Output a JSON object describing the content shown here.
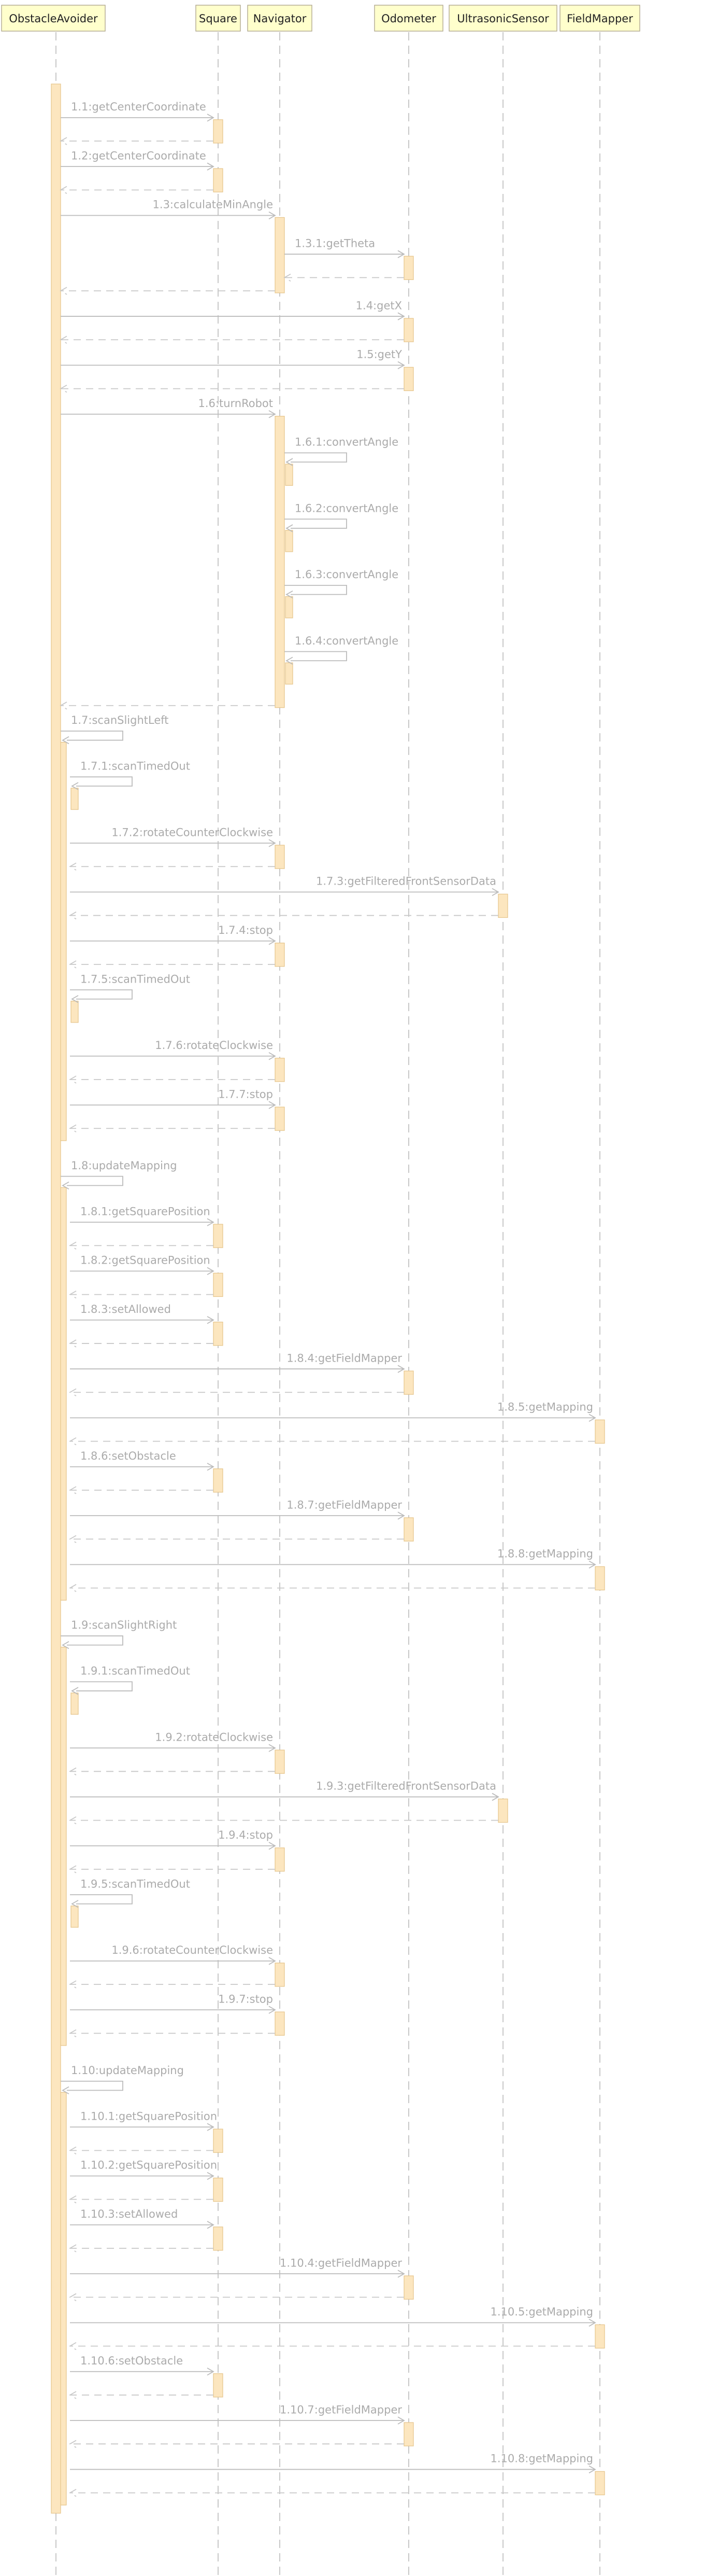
{
  "participants": [
    "ObstacleAvoider",
    "Square",
    "Navigator",
    "Odometer",
    "UltrasonicSensor",
    "FieldMapper"
  ],
  "messages": [
    {
      "label": "1.1:getCenterCoordinate",
      "from": 0,
      "to": 1,
      "ret": true
    },
    {
      "label": "1.2:getCenterCoordinate",
      "from": 0,
      "to": 1,
      "ret": true
    },
    {
      "label": "1.3:calculateMinAngle",
      "from": 0,
      "to": 2,
      "ret": true,
      "children": [
        {
          "label": "1.3.1:getTheta",
          "from": 2,
          "to": 3,
          "ret": true
        }
      ]
    },
    {
      "label": "1.4:getX",
      "from": 0,
      "to": 3,
      "ret": true
    },
    {
      "label": "1.5:getY",
      "from": 0,
      "to": 3,
      "ret": true
    },
    {
      "label": "1.6:turnRobot",
      "from": 0,
      "to": 2,
      "ret": true,
      "children": [
        {
          "label": "1.6.1:convertAngle",
          "from": 2,
          "to": 2
        },
        {
          "label": "1.6.2:convertAngle",
          "from": 2,
          "to": 2
        },
        {
          "label": "1.6.3:convertAngle",
          "from": 2,
          "to": 2
        },
        {
          "label": "1.6.4:convertAngle",
          "from": 2,
          "to": 2
        }
      ]
    },
    {
      "label": "1.7:scanSlightLeft",
      "from": 0,
      "to": 0,
      "children": [
        {
          "label": "1.7.1:scanTimedOut",
          "from": 0,
          "to": 0
        },
        {
          "label": "1.7.2:rotateCounterClockwise",
          "from": 0,
          "to": 2,
          "ret": true
        },
        {
          "label": "1.7.3:getFilteredFrontSensorData",
          "from": 0,
          "to": 4,
          "ret": true
        },
        {
          "label": "1.7.4:stop",
          "from": 0,
          "to": 2,
          "ret": true
        },
        {
          "label": "1.7.5:scanTimedOut",
          "from": 0,
          "to": 0
        },
        {
          "label": "1.7.6:rotateClockwise",
          "from": 0,
          "to": 2,
          "ret": true
        },
        {
          "label": "1.7.7:stop",
          "from": 0,
          "to": 2,
          "ret": true
        }
      ]
    },
    {
      "label": "1.8:updateMapping",
      "from": 0,
      "to": 0,
      "children": [
        {
          "label": "1.8.1:getSquarePosition",
          "from": 0,
          "to": 1,
          "ret": true
        },
        {
          "label": "1.8.2:getSquarePosition",
          "from": 0,
          "to": 1,
          "ret": true
        },
        {
          "label": "1.8.3:setAllowed",
          "from": 0,
          "to": 1,
          "ret": true
        },
        {
          "label": "1.8.4:getFieldMapper",
          "from": 0,
          "to": 3,
          "ret": true
        },
        {
          "label": "1.8.5:getMapping",
          "from": 0,
          "to": 5,
          "ret": true
        },
        {
          "label": "1.8.6:setObstacle",
          "from": 0,
          "to": 1,
          "ret": true
        },
        {
          "label": "1.8.7:getFieldMapper",
          "from": 0,
          "to": 3,
          "ret": true
        },
        {
          "label": "1.8.8:getMapping",
          "from": 0,
          "to": 5,
          "ret": true
        }
      ]
    },
    {
      "label": "1.9:scanSlightRight",
      "from": 0,
      "to": 0,
      "children": [
        {
          "label": "1.9.1:scanTimedOut",
          "from": 0,
          "to": 0
        },
        {
          "label": "1.9.2:rotateClockwise",
          "from": 0,
          "to": 2,
          "ret": true
        },
        {
          "label": "1.9.3:getFilteredFrontSensorData",
          "from": 0,
          "to": 4,
          "ret": true
        },
        {
          "label": "1.9.4:stop",
          "from": 0,
          "to": 2,
          "ret": true
        },
        {
          "label": "1.9.5:scanTimedOut",
          "from": 0,
          "to": 0
        },
        {
          "label": "1.9.6:rotateCounterClockwise",
          "from": 0,
          "to": 2,
          "ret": true
        },
        {
          "label": "1.9.7:stop",
          "from": 0,
          "to": 2,
          "ret": true
        }
      ]
    },
    {
      "label": "1.10:updateMapping",
      "from": 0,
      "to": 0,
      "children": [
        {
          "label": "1.10.1:getSquarePosition",
          "from": 0,
          "to": 1,
          "ret": true
        },
        {
          "label": "1.10.2:getSquarePosition",
          "from": 0,
          "to": 1,
          "ret": true
        },
        {
          "label": "1.10.3:setAllowed",
          "from": 0,
          "to": 1,
          "ret": true
        },
        {
          "label": "1.10.4:getFieldMapper",
          "from": 0,
          "to": 3,
          "ret": true
        },
        {
          "label": "1.10.5:getMapping",
          "from": 0,
          "to": 5,
          "ret": true
        },
        {
          "label": "1.10.6:setObstacle",
          "from": 0,
          "to": 1,
          "ret": true
        },
        {
          "label": "1.10.7:getFieldMapper",
          "from": 0,
          "to": 3,
          "ret": true
        },
        {
          "label": "1.10.8:getMapping",
          "from": 0,
          "to": 5,
          "ret": true
        }
      ]
    }
  ],
  "colors": {
    "participant_fill": "#ffffcc",
    "activation_fill": "#fce6bf",
    "message_text": "#ababab",
    "lifeline": "#c8c8c8"
  }
}
